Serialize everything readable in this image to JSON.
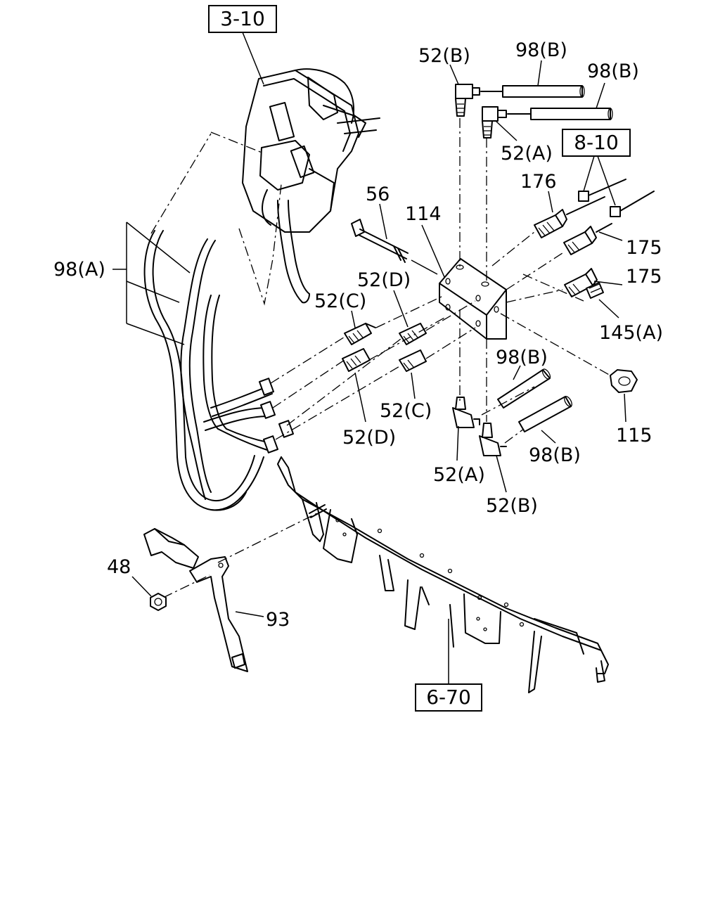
{
  "reference_boxes": {
    "ref_3_10": "3-10",
    "ref_8_10": "8-10",
    "ref_6_70": "6-70"
  },
  "callouts": {
    "c_52b_top": "52(B)",
    "c_98b_top1": "98(B)",
    "c_98b_top2": "98(B)",
    "c_52a_top": "52(A)",
    "c_176": "176",
    "c_56": "56",
    "c_114": "114",
    "c_98a": "98(A)",
    "c_52d_top": "52(D)",
    "c_52c_top": "52(C)",
    "c_175_1": "175",
    "c_175_2": "175",
    "c_145a": "145(A)",
    "c_98b_mid": "98(B)",
    "c_52c_bot": "52(C)",
    "c_52d_bot": "52(D)",
    "c_115": "115",
    "c_52a_bot": "52(A)",
    "c_98b_bot": "98(B)",
    "c_52b_bot": "52(B)",
    "c_48": "48",
    "c_93": "93"
  }
}
